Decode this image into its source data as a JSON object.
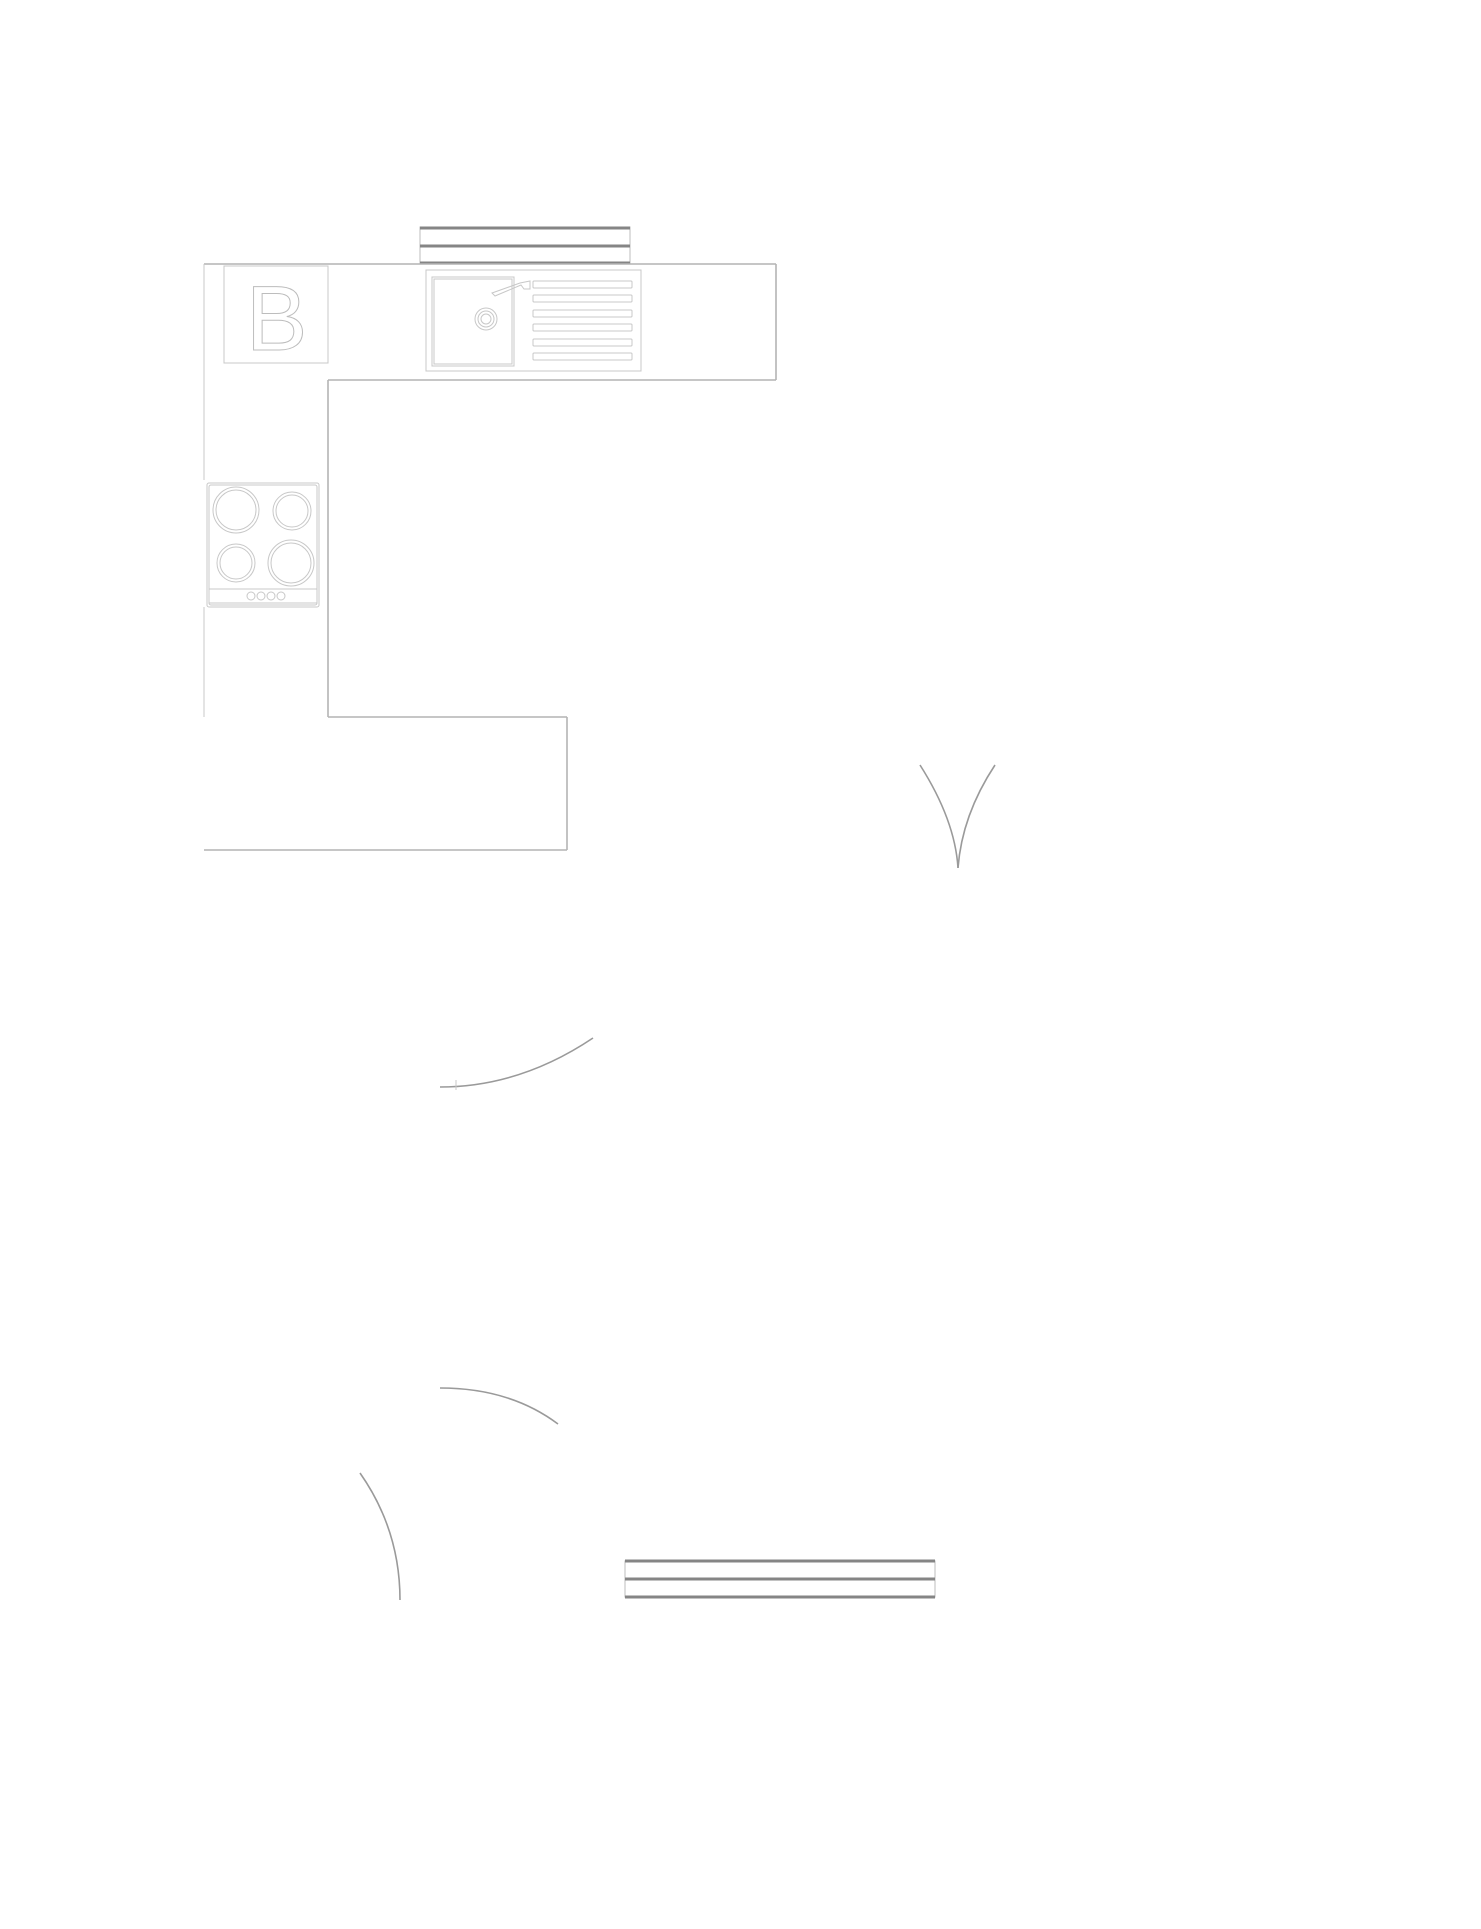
{
  "diagram": {
    "type": "kitchen-floor-plan",
    "style": "line-drawing",
    "colors": {
      "line": "#b4b4b4",
      "window": "#858585",
      "arc": "#9a9a9a",
      "background": "#ffffff"
    },
    "symbols": {
      "appliance_label": "B"
    },
    "components": {
      "sink_drainer_slots": 6,
      "hob_burners": 4,
      "hob_knobs": 4,
      "windows": 2,
      "door_swing_arcs": 5
    }
  }
}
